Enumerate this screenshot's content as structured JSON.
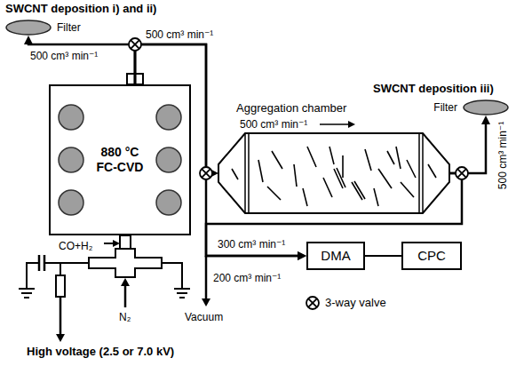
{
  "diagram": {
    "nodes": [
      {
        "text": [
          "Filter"
        ]
      },
      {
        "text": [
          "880 °C FC-CVD"
        ]
      },
      {
        "text": [
          "Filter"
        ]
      },
      {
        "text": [
          "Aggregation chamber"
        ]
      },
      {
        "text": [
          "DMA"
        ]
      },
      {
        "text": [
          "CPC"
        ]
      }
    ],
    "edges": [
      {
        "from": 1,
        "to": 0,
        "arrow": "to"
      },
      {
        "from": 1,
        "to": 3,
        "arrow": "to"
      },
      {
        "from": 3,
        "to": 2,
        "arrow": "to"
      },
      {
        "from": 1,
        "to": 4,
        "arrow": "to"
      },
      {
        "from": 3,
        "to": 4,
        "arrow": "to"
      },
      {
        "from": 4,
        "to": 5,
        "arrow": "none"
      }
    ],
    "labels": [
      "SWCNT deposition i) and ii)",
      "SWCNT deposition iii)",
      "500 cm³ min⁻¹",
      "500 cm³ min⁻¹",
      "500 cm³ min⁻¹",
      "500 cm³ min⁻¹",
      "CO+H₂",
      "300 cm³ min⁻¹",
      "200 cm³ min⁻¹",
      "Vacuum",
      "N₂",
      "High voltage (2.5 or 7.0 kV)"
    ],
    "legend": [
      {
        "text": "3-way valve"
      }
    ]
  }
}
